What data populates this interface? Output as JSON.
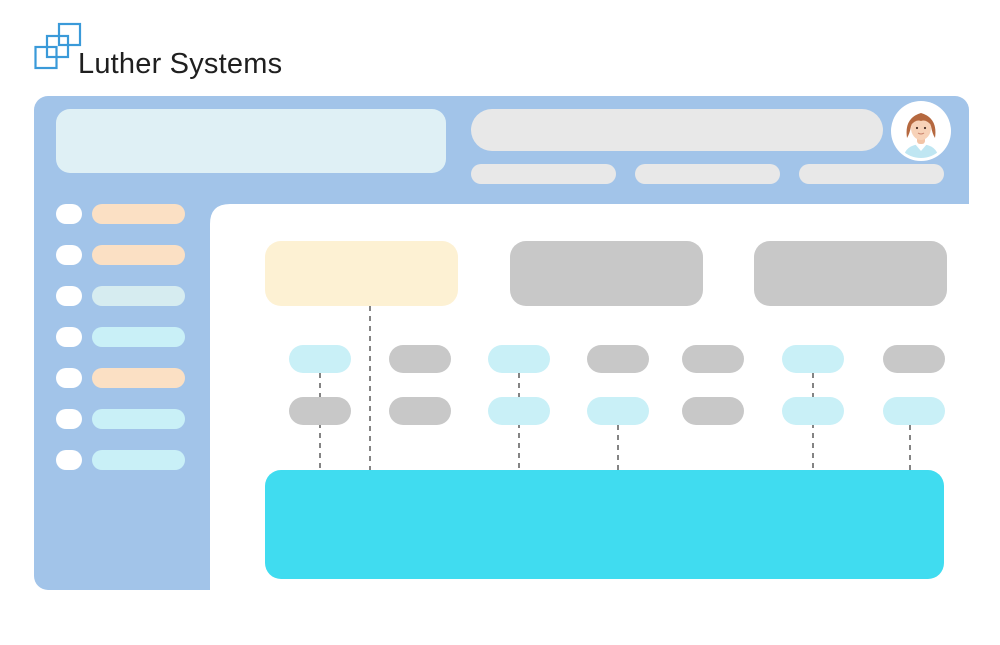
{
  "brand": {
    "name": "Luther Systems",
    "logo_icon": "overlapping-squares-logo-icon",
    "logo_color": "#3a9ad9"
  },
  "header": {
    "avatar_icon": "user-avatar-icon"
  },
  "colors": {
    "frame": "#a2c4e9",
    "search_block": "#dff0f5",
    "grey_bar": "#e8e8e8",
    "grey_block": "#c8c8c8",
    "peach": "#fbe0c4",
    "light_blue": "#c9f0f7",
    "mint": "#d6ecf0",
    "cream": "#fdf1d3",
    "cyan": "#40dcf0",
    "connector": "#666666"
  },
  "sidebar": {
    "item_colors": [
      "peach",
      "peach",
      "mint",
      "light_blue",
      "peach",
      "light_blue",
      "light_blue"
    ]
  },
  "diagram": {
    "top_block_colors": [
      "cream",
      "grey_block",
      "grey_block"
    ],
    "node_row_1": [
      "light_blue",
      "grey_block",
      "light_blue",
      "grey_block",
      "grey_block",
      "light_blue",
      "grey_block"
    ],
    "node_row_2": [
      "grey_block",
      "grey_block",
      "light_blue",
      "light_blue",
      "grey_block",
      "light_blue",
      "light_blue"
    ]
  }
}
